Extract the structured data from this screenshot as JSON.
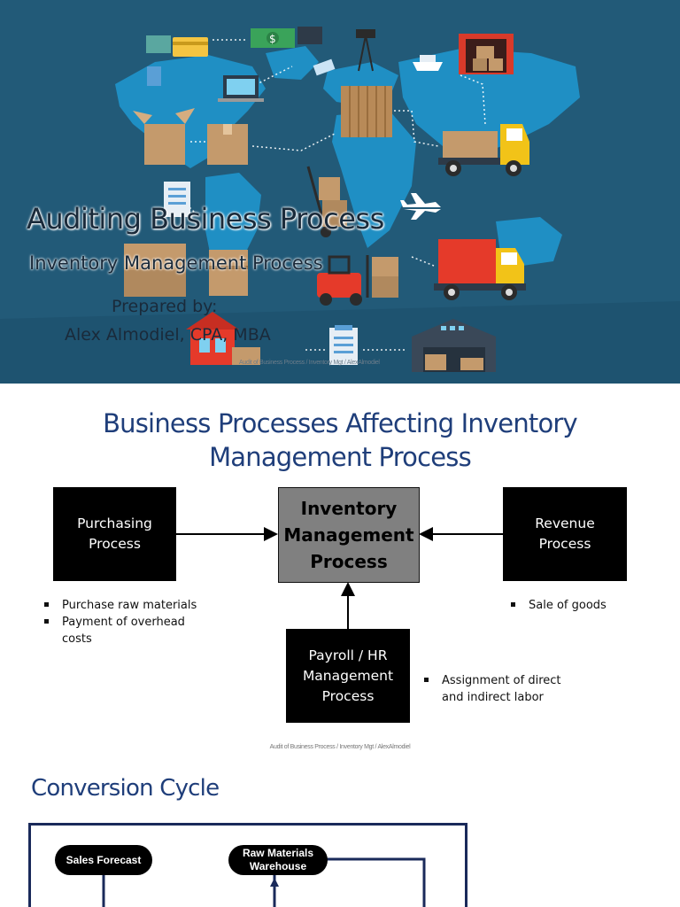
{
  "slide1": {
    "title": "Auditing Business Process",
    "subtitle": "Inventory Management Process",
    "prepared_by": "Prepared by:",
    "author": "Alex Almodiel, CPA, MBA",
    "footer": "Audit of Business Process / Inventory Mgt / AlexAlmodiel",
    "colors": {
      "background": "#225a78",
      "map": "#1f8fc4",
      "box": "#c49a6c",
      "truck": "#e53a2a",
      "cab": "#f2c318"
    }
  },
  "slide2": {
    "title_line1": "Business Processes Affecting Inventory",
    "title_line2": "Management Process",
    "purchasing": {
      "line1": "Purchasing",
      "line2": "Process",
      "bullets": [
        "Purchase raw materials",
        "Payment of overhead costs"
      ]
    },
    "inventory": {
      "line1": "Inventory",
      "line2": "Management",
      "line3": "Process"
    },
    "revenue": {
      "line1": "Revenue",
      "line2": "Process",
      "bullets": [
        "Sale of goods"
      ]
    },
    "payroll": {
      "line1": "Payroll / HR",
      "line2": "Management",
      "line3": "Process",
      "bullets_line1": "Assignment of direct",
      "bullets_line2": "and indirect labor"
    },
    "footer": "Audit of Business Process / Inventory Mgt / AlexAlmodiel"
  },
  "slide3": {
    "title": "Conversion Cycle",
    "sales_forecast": "Sales Forecast",
    "raw_materials_line1": "Raw Materials",
    "raw_materials_line2": "Warehouse"
  }
}
